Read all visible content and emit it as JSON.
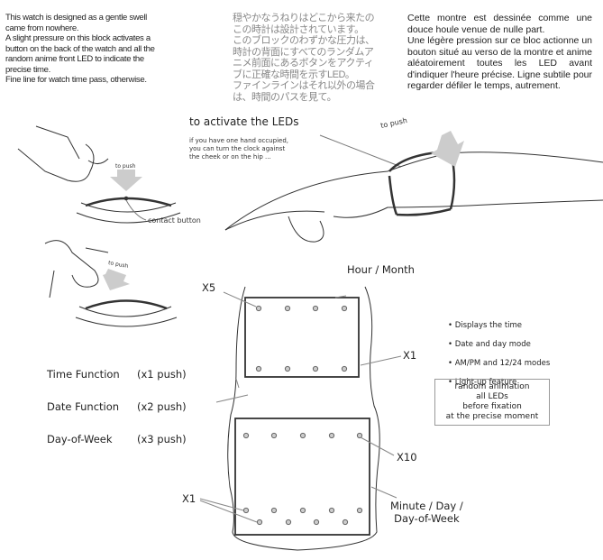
{
  "intro": {
    "english": "This watch is designed as a gentle swell came from nowhere.\nA slight pressure on this block activates a button on the back of the watch and all the random anime front LED to indicate the precise time.\nFine line for watch time pass, otherwise.",
    "japanese": "穏やかなうねりはどこから来たのこの時計は設計されています。\nこのブロックのわずかな圧力は、時計の背面にすべてのランダムアニメ前面にあるボタンをアクティブに正確な時間を示すLED。\nファインラインはそれ以外の場合は、時間のパスを見て。",
    "french": "Cette montre est dessinée comme une douce houle venue de nulle part.\nUne légère pression sur ce bloc actionne un bouton situé au verso de la montre et anime aléatoirement toutes les LED avant d'indiquer l'heure précise. Ligne subtile pour regarder défiler le temps, autrement."
  },
  "activation": {
    "title": "to activate the LEDs",
    "note": "if you have one hand occupied,\nyou can turn the clock against\nthe cheek or on the hip ...",
    "push_label": "to push",
    "contact_button": "contact button"
  },
  "watch": {
    "hour_month": "Hour / Month",
    "x5": "X5",
    "x1_top": "X1",
    "x10": "X10",
    "x1_bottom": "X1",
    "minute_day": "Minute / Day /\nDay-of-Week"
  },
  "functions": [
    {
      "name": "Time Function",
      "push": "(x1 push)"
    },
    {
      "name": "Date Function",
      "push": "(x2 push)"
    },
    {
      "name": "Day-of-Week",
      "push": "(x3 push)"
    }
  ],
  "features": [
    "• Displays the time",
    "• Date and day mode",
    "• AM/PM and 12/24 modes",
    "• Light-up feature"
  ],
  "random_box": "random animation\nall LEDs\nbefore fixation\nat the precise moment"
}
